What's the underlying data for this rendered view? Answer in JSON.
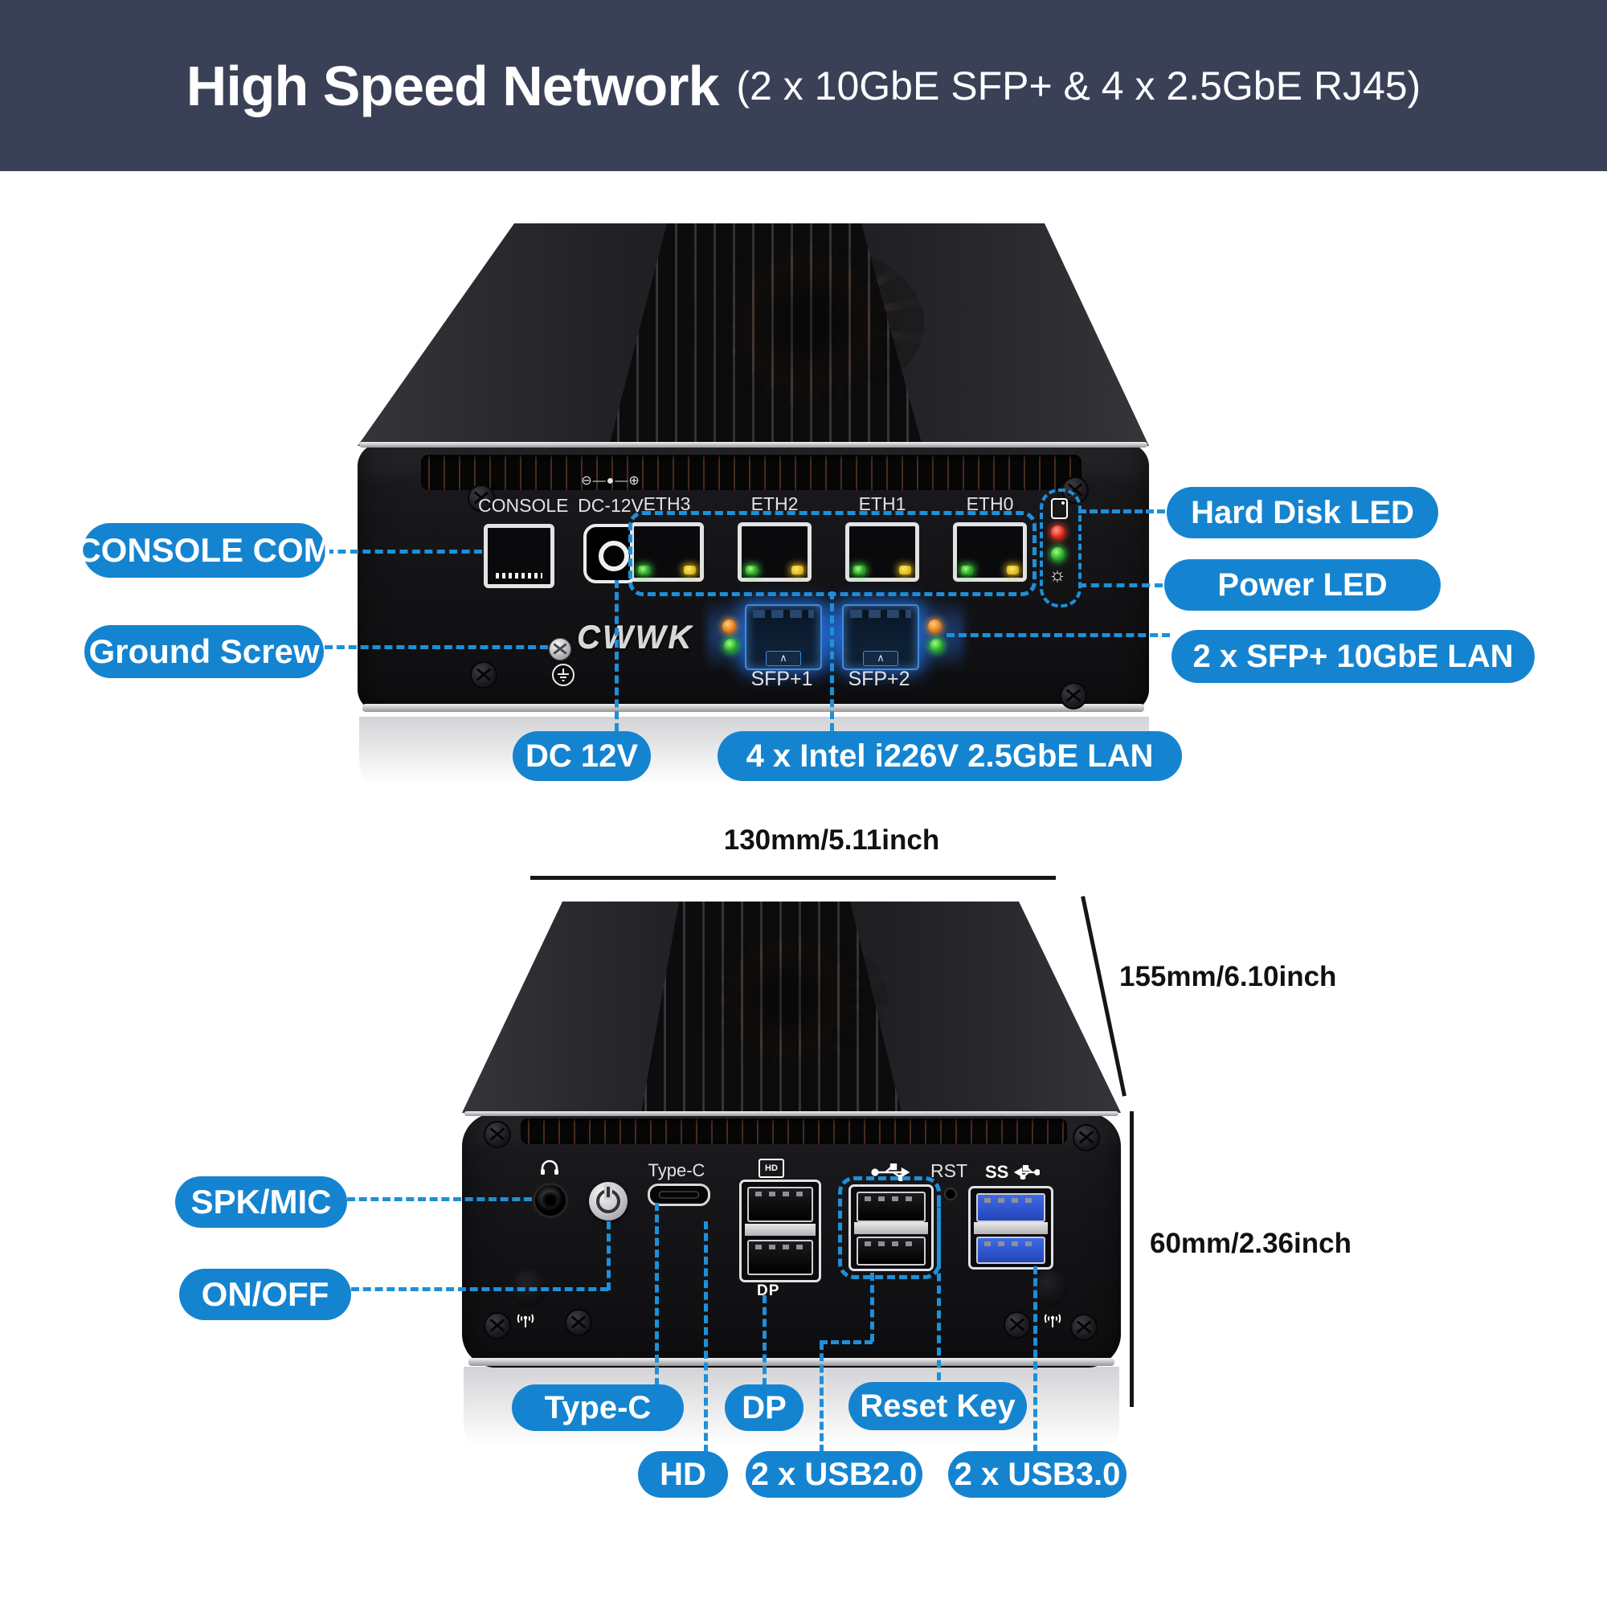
{
  "banner": {
    "title": "High Speed Network",
    "subtitle": "(2 x 10GbE SFP+ & 4 x 2.5GbE RJ45)",
    "bg_color": "#3a4157",
    "text_color": "#ffffff"
  },
  "front_view": {
    "panel": {
      "console_label": "CONSOLE",
      "dc_label": "DC-12V",
      "eth_labels": [
        "ETH3",
        "ETH2",
        "ETH1",
        "ETH0"
      ],
      "sfp_labels": [
        "SFP+1",
        "SFP+2"
      ],
      "logo": "CWWK",
      "icons": [
        "dc-polarity-icon",
        "hard-disk-icon",
        "power-light-icon",
        "ground-icon"
      ]
    },
    "callouts": {
      "console_com": "CONSOLE COM",
      "ground_screw": "Ground Screw",
      "hard_disk_led": "Hard Disk LED",
      "power_led": "Power LED",
      "sfp_lan": "2 x SFP+ 10GbE LAN",
      "dc_12v": "DC 12V",
      "intel_lan": "4 x Intel i226V 2.5GbE LAN"
    }
  },
  "dimensions": {
    "width": "130mm/5.11inch",
    "depth": "155mm/6.10inch",
    "height": "60mm/2.36inch"
  },
  "rear_view": {
    "panel": {
      "typec_label": "Type-C",
      "rst_label": "RST",
      "ss_label": "SS",
      "dp_label": "DP",
      "hd_icon_text": "HD",
      "icons": [
        "headset-icon",
        "power-button-icon",
        "usb-icon",
        "usb3-ss-icon",
        "wifi-antenna-icon"
      ]
    },
    "callouts": {
      "spk_mic": "SPK/MIC",
      "on_off": "ON/OFF",
      "type_c": "Type-C",
      "dp": "DP",
      "reset_key": "Reset Key",
      "hd": "HD",
      "usb2": "2 x USB2.0",
      "usb3": "2 x USB3.0"
    }
  },
  "colors": {
    "pill_blue": "#1584d0",
    "callout_line_blue": "#1e90d8",
    "banner_navy": "#3a4157",
    "device_black": "#141416",
    "silver_edge": "#d9d9db",
    "sfp_glow_blue": "#2d7dff",
    "led_green": "#2aa428",
    "led_yellow": "#e0b818",
    "led_red": "#e02414",
    "led_orange": "#e07818",
    "usb3_blue": "#2f63e0"
  }
}
